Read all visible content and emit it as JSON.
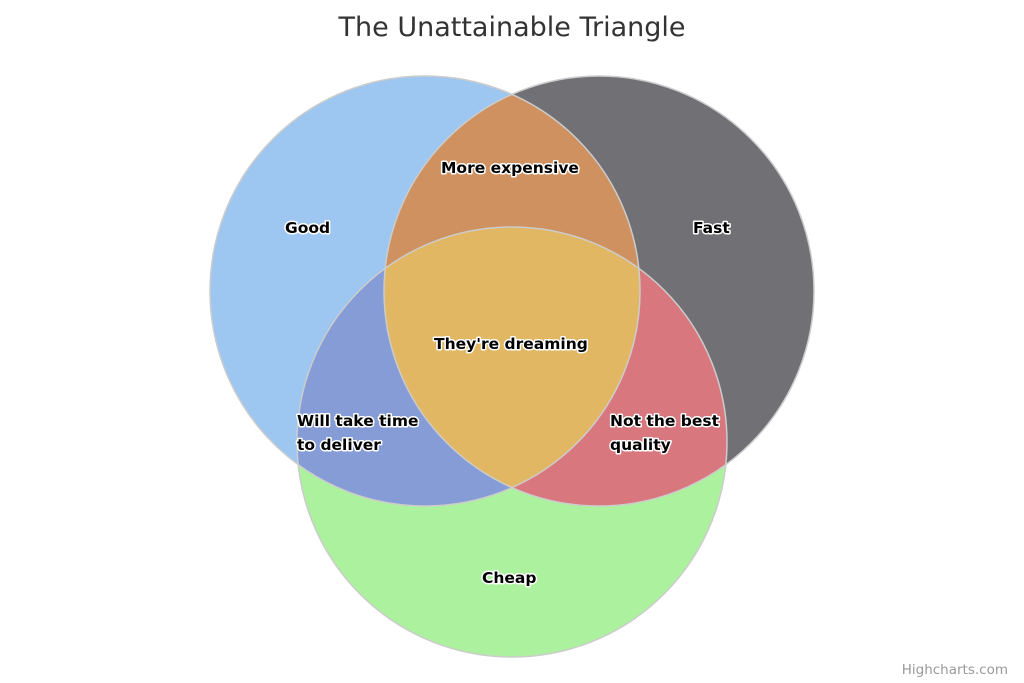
{
  "title": "The Unattainable Triangle",
  "credits": "Highcharts.com",
  "chart_data": {
    "type": "venn",
    "title": "The Unattainable Triangle",
    "sets": [
      {
        "sets": [
          "Good"
        ],
        "label": "Good",
        "color": "#9dc7f1"
      },
      {
        "sets": [
          "Fast"
        ],
        "label": "Fast",
        "color": "#717075"
      },
      {
        "sets": [
          "Cheap"
        ],
        "label": "Cheap",
        "color": "#acf19d"
      },
      {
        "sets": [
          "Good",
          "Fast"
        ],
        "label": "More expensive",
        "color": "#cf915f"
      },
      {
        "sets": [
          "Good",
          "Cheap"
        ],
        "label": "Will take time to deliver",
        "color": "#859cd6"
      },
      {
        "sets": [
          "Fast",
          "Cheap"
        ],
        "label": "Not the best quality",
        "color": "#d9777e"
      },
      {
        "sets": [
          "Good",
          "Fast",
          "Cheap"
        ],
        "label": "They're dreaming",
        "color": "#e1b764"
      }
    ]
  },
  "labels": {
    "good": "Good",
    "fast": "Fast",
    "cheap": "Cheap",
    "good_fast": "More expensive",
    "good_cheap_1": "Will take time",
    "good_cheap_2": "to deliver",
    "fast_cheap_1": "Not the best",
    "fast_cheap_2": "quality",
    "all": "They're dreaming"
  }
}
